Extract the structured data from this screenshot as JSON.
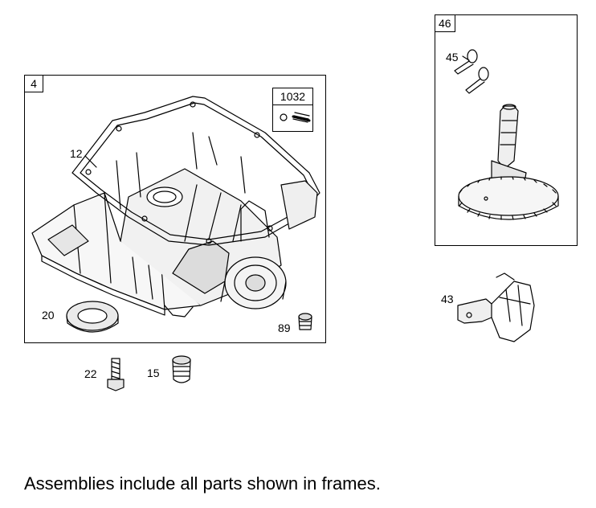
{
  "frames": {
    "crankcase_frame": "4",
    "kit_frame": "1032",
    "camshaft_frame": "46"
  },
  "callouts": {
    "gasket": "12",
    "oil_seal": "20",
    "plug": "89",
    "screw": "22",
    "breather_plug": "15",
    "tappet": "45",
    "governor": "43"
  },
  "footnote": "Assemblies include all parts shown in frames."
}
